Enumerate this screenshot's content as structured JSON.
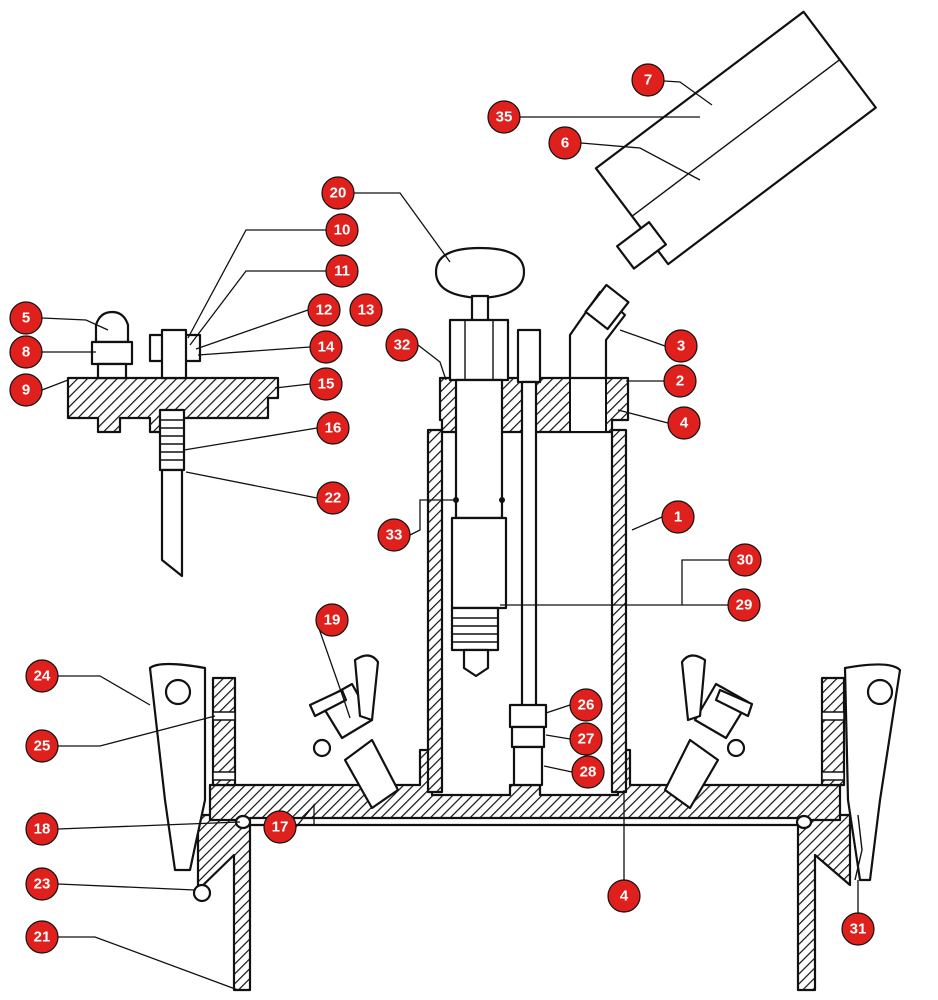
{
  "callouts": [
    {
      "id": "c1",
      "label": "1"
    },
    {
      "id": "c2",
      "label": "2"
    },
    {
      "id": "c3",
      "label": "3"
    },
    {
      "id": "c4a",
      "label": "4"
    },
    {
      "id": "c4b",
      "label": "4"
    },
    {
      "id": "c5",
      "label": "5"
    },
    {
      "id": "c6",
      "label": "6"
    },
    {
      "id": "c7",
      "label": "7"
    },
    {
      "id": "c8",
      "label": "8"
    },
    {
      "id": "c9",
      "label": "9"
    },
    {
      "id": "c10",
      "label": "10"
    },
    {
      "id": "c11",
      "label": "11"
    },
    {
      "id": "c12",
      "label": "12"
    },
    {
      "id": "c13",
      "label": "13"
    },
    {
      "id": "c14",
      "label": "14"
    },
    {
      "id": "c15",
      "label": "15"
    },
    {
      "id": "c16",
      "label": "16"
    },
    {
      "id": "c17",
      "label": "17"
    },
    {
      "id": "c18",
      "label": "18"
    },
    {
      "id": "c19",
      "label": "19"
    },
    {
      "id": "c20",
      "label": "20"
    },
    {
      "id": "c21",
      "label": "21"
    },
    {
      "id": "c22",
      "label": "22"
    },
    {
      "id": "c23",
      "label": "23"
    },
    {
      "id": "c24",
      "label": "24"
    },
    {
      "id": "c25",
      "label": "25"
    },
    {
      "id": "c26",
      "label": "26"
    },
    {
      "id": "c27",
      "label": "27"
    },
    {
      "id": "c28",
      "label": "28"
    },
    {
      "id": "c29",
      "label": "29"
    },
    {
      "id": "c30",
      "label": "30"
    },
    {
      "id": "c31",
      "label": "31"
    },
    {
      "id": "c32",
      "label": "32"
    },
    {
      "id": "c33",
      "label": "33"
    },
    {
      "id": "c35",
      "label": "35"
    }
  ],
  "colors": {
    "callout_fill": "#e0201c",
    "callout_text": "#ffffff",
    "line": "#111111",
    "background": "#ffffff"
  }
}
